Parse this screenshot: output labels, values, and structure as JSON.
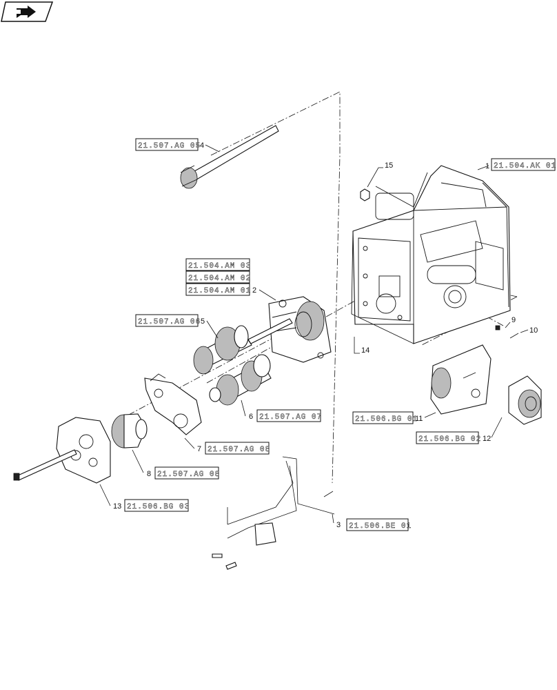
{
  "nav_icon": "next-page-arrow-icon",
  "callouts": [
    {
      "num": "1",
      "ref": "21.504.AK 01"
    },
    {
      "num": "2",
      "refs": [
        "21.504.AM 03",
        "21.504.AM 02",
        "21.504.AM 01"
      ]
    },
    {
      "num": "3",
      "ref": "21.506.BE 01"
    },
    {
      "num": "4",
      "ref": "21.507.AG 05"
    },
    {
      "num": "5",
      "ref": "21.507.AG 06"
    },
    {
      "num": "6",
      "ref": "21.507.AG 07"
    },
    {
      "num": "7",
      "ref": "21.507.AG 08"
    },
    {
      "num": "8",
      "ref": "21.507.AG 08"
    },
    {
      "num": "9"
    },
    {
      "num": "10"
    },
    {
      "num": "11",
      "ref": "21.506.BG 01"
    },
    {
      "num": "12",
      "ref": "21.506.BG 02"
    },
    {
      "num": "13",
      "ref": "21.506.BG 03"
    },
    {
      "num": "14"
    },
    {
      "num": "15"
    }
  ]
}
